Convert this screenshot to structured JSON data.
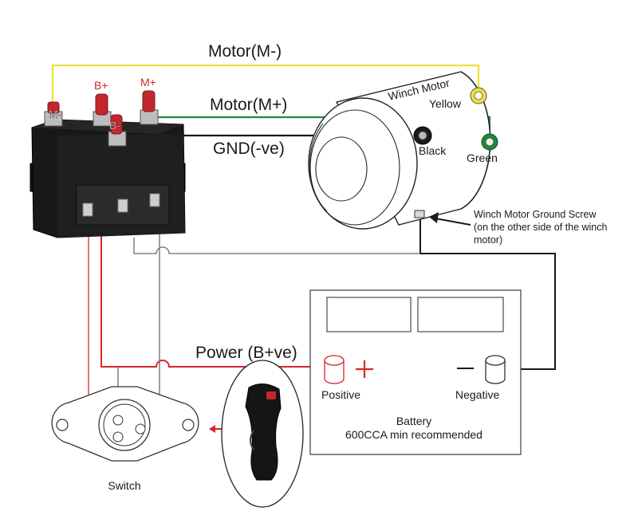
{
  "wire_labels": {
    "motor_minus": "Motor(M-)",
    "motor_plus": "Motor(M+)",
    "ground": "GND(-ve)",
    "power": "Power (B+ve)"
  },
  "solenoid": {
    "terminals": {
      "b_plus": "B+",
      "m_plus": "M+",
      "m_minus": "M-",
      "b_minus": "B-"
    }
  },
  "winch_motor": {
    "title": "Winch Motor",
    "yellow": "Yellow",
    "black": "Black",
    "green": "Green",
    "ground_screw": {
      "line1": "Winch Motor Ground Screw",
      "line2": "(on the other side of the winch",
      "line3": "motor)"
    }
  },
  "battery": {
    "positive": "Positive",
    "negative": "Negative",
    "title": "Battery",
    "subtitle": "600CCA min recommended"
  },
  "switch": {
    "label": "Switch"
  },
  "colors": {
    "red_wire": "#d8262c",
    "yellow_wire": "#ece23a",
    "green_wire": "#1f8a3b",
    "black_wire": "#1a1a1a"
  }
}
